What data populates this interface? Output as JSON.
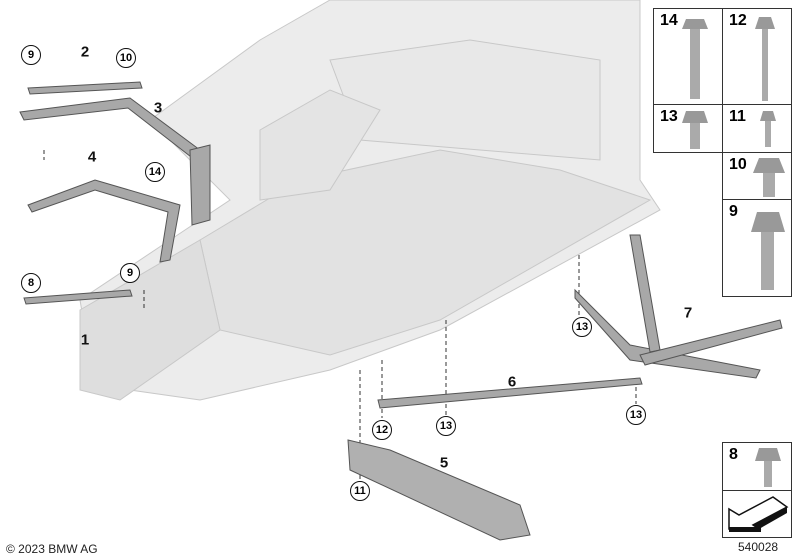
{
  "callouts": {
    "c9a": "9",
    "l2": "2",
    "c10": "10",
    "l3": "3",
    "l4": "4",
    "c14": "14",
    "c9b": "9",
    "c8": "8",
    "l1": "1",
    "l6": "6",
    "l7": "7",
    "c13a": "13",
    "c13b": "13",
    "c12": "12",
    "c13c": "13",
    "l5": "5",
    "c11": "11"
  },
  "parts_legend": [
    {
      "number": "14"
    },
    {
      "number": "12"
    },
    {
      "number": "13"
    },
    {
      "number": "11"
    },
    {
      "number": "10"
    },
    {
      "number": "9"
    },
    {
      "number": "8"
    }
  ],
  "footer": {
    "copyright": "© 2023 BMW AG",
    "diagram_number": "540028"
  },
  "colors": {
    "body": "#e6e6e6",
    "parts": "#9a9a9a",
    "outline": "#333333"
  }
}
